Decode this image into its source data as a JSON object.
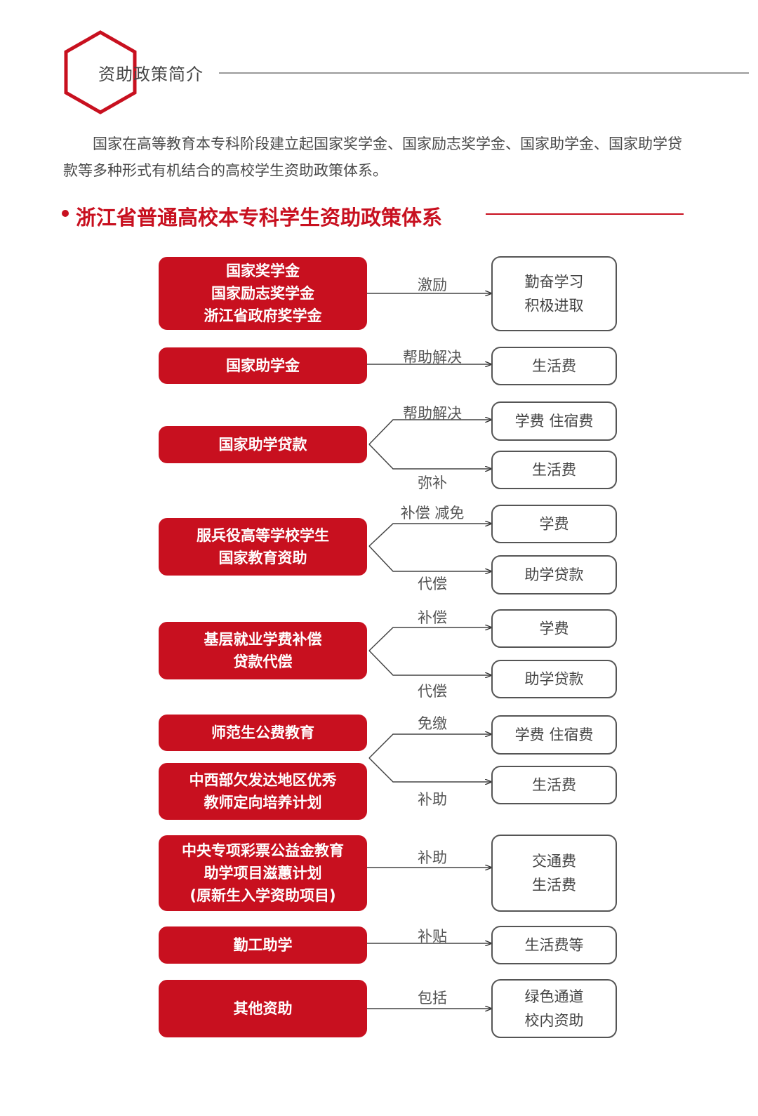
{
  "header": {
    "section_title": "资助政策简介",
    "intro": "国家在高等教育本专科阶段建立起国家奖学金、国家励志奖学金、国家助学金、国家助学贷款等多种形式有机结合的高校学生资助政策体系。",
    "subtitle": "浙江省普通高校本专科学生资助政策体系"
  },
  "colors": {
    "accent": "#c8101f",
    "box_border": "#555555",
    "text": "#444444"
  },
  "policies": [
    {
      "id": "p1",
      "lines": [
        "国家奖学金",
        "国家励志奖学金",
        "浙江省政府奖学金"
      ]
    },
    {
      "id": "p2",
      "lines": [
        "国家助学金"
      ]
    },
    {
      "id": "p3",
      "lines": [
        "国家助学贷款"
      ]
    },
    {
      "id": "p4",
      "lines": [
        "服兵役高等学校学生",
        "国家教育资助"
      ]
    },
    {
      "id": "p5",
      "lines": [
        "基层就业学费补偿",
        "贷款代偿"
      ]
    },
    {
      "id": "p6",
      "lines": [
        "师范生公费教育"
      ]
    },
    {
      "id": "p7",
      "lines": [
        "中西部欠发达地区优秀",
        "教师定向培养计划"
      ]
    },
    {
      "id": "p8",
      "lines": [
        "中央专项彩票公益金教育",
        "助学项目滋蕙计划",
        "(原新生入学资助项目)"
      ]
    },
    {
      "id": "p9",
      "lines": [
        "勤工助学"
      ]
    },
    {
      "id": "p10",
      "lines": [
        "其他资助"
      ]
    }
  ],
  "targets": [
    {
      "id": "t1",
      "lines": [
        "勤奋学习",
        "积极进取"
      ]
    },
    {
      "id": "t2",
      "lines": [
        "生活费"
      ]
    },
    {
      "id": "t3",
      "lines": [
        "学费  住宿费"
      ]
    },
    {
      "id": "t4",
      "lines": [
        "生活费"
      ]
    },
    {
      "id": "t5",
      "lines": [
        "学费"
      ]
    },
    {
      "id": "t6",
      "lines": [
        "助学贷款"
      ]
    },
    {
      "id": "t7",
      "lines": [
        "学费"
      ]
    },
    {
      "id": "t8",
      "lines": [
        "助学贷款"
      ]
    },
    {
      "id": "t9",
      "lines": [
        "学费  住宿费"
      ]
    },
    {
      "id": "t10",
      "lines": [
        "生活费"
      ]
    },
    {
      "id": "t11",
      "lines": [
        "交通费",
        "生活费"
      ]
    },
    {
      "id": "t12",
      "lines": [
        "生活费等"
      ]
    },
    {
      "id": "t13",
      "lines": [
        "绿色通道",
        "校内资助"
      ]
    }
  ],
  "connections": [
    {
      "from": "p1",
      "to": "t1",
      "label": "激励"
    },
    {
      "from": "p2",
      "to": "t2",
      "label": "帮助解决"
    },
    {
      "from": "p3",
      "to": "t3",
      "label": "帮助解决"
    },
    {
      "from": "p3",
      "to": "t4",
      "label": "弥补"
    },
    {
      "from": "p4",
      "to": "t5",
      "label": "补偿  减免"
    },
    {
      "from": "p4",
      "to": "t6",
      "label": "代偿"
    },
    {
      "from": "p5",
      "to": "t7",
      "label": "补偿"
    },
    {
      "from": "p5",
      "to": "t8",
      "label": "代偿"
    },
    {
      "from": "p6+p7",
      "to": "t9",
      "label": "免缴"
    },
    {
      "from": "p6+p7",
      "to": "t10",
      "label": "补助"
    },
    {
      "from": "p8",
      "to": "t11",
      "label": "补助"
    },
    {
      "from": "p9",
      "to": "t12",
      "label": "补贴"
    },
    {
      "from": "p10",
      "to": "t13",
      "label": "包括"
    }
  ]
}
